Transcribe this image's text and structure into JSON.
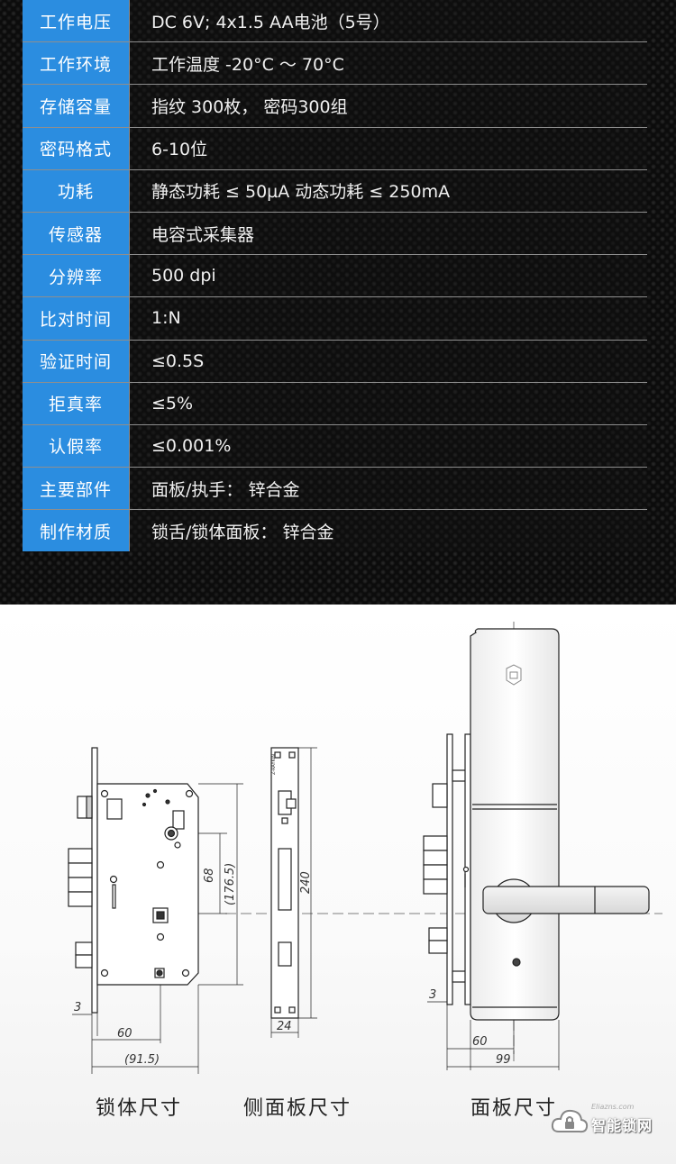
{
  "specs": [
    {
      "label": "工作电压",
      "value": "DC 6V; 4x1.5 AA电池（5号）"
    },
    {
      "label": "工作环境",
      "value": "工作温度 -20°C ～ 70°C"
    },
    {
      "label": "存储容量",
      "value": "指纹 300枚， 密码300组"
    },
    {
      "label": "密码格式",
      "value": "6-10位"
    },
    {
      "label": "功耗",
      "value": "静态功耗 ≤ 50µA    动态功耗 ≤  250mA"
    },
    {
      "label": "传感器",
      "value": "电容式采集器"
    },
    {
      "label": "分辨率",
      "value": "500 dpi"
    },
    {
      "label": "比对时间",
      "value": "1:N"
    },
    {
      "label": "验证时间",
      "value": "≤0.5S"
    },
    {
      "label": "拒真率",
      "value": "≤5%"
    },
    {
      "label": "认假率",
      "value": "≤0.001%"
    },
    {
      "label": "主要部件",
      "value": "面板/执手： 锌合金"
    },
    {
      "label": "制作材质",
      "value": "锁舌/锁体面板： 锌合金"
    }
  ],
  "drawing": {
    "dims": {
      "lock_a": "68",
      "lock_b": "(176.5)",
      "lock_c": "3",
      "lock_d": "60",
      "lock_e": "(91.5)",
      "side_a": "240",
      "side_b": "24",
      "side_brand": "Z-RAYKIN",
      "panel_a": "3",
      "panel_b": "60",
      "panel_c": "99"
    },
    "captions": {
      "lock_body": "锁体尺寸",
      "side_panel": "侧面板尺寸",
      "panel": "面板尺寸"
    }
  },
  "watermark": {
    "url": "Eliazns.com",
    "name": "智能锁网",
    "icon": "cloud-lock-icon"
  }
}
